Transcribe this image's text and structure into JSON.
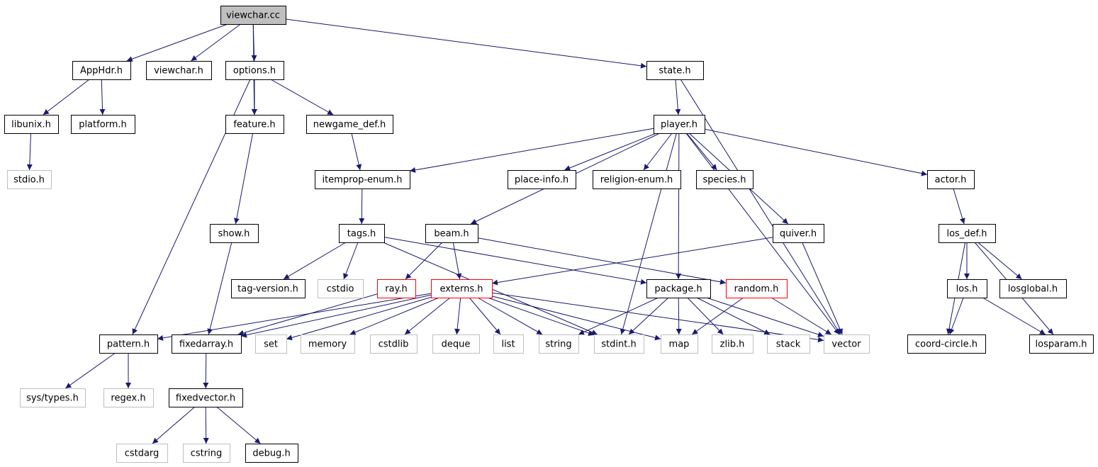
{
  "colors": {
    "edge": "#191970",
    "root_fill": "#bfbfbf",
    "documented_border": "#000000",
    "external_border": "#bfbfbf",
    "incomplete_border": "#ff0000",
    "background": "#ffffff"
  },
  "nodes": [
    {
      "id": "viewchar_cc",
      "label": "viewchar.cc",
      "kind": "root"
    },
    {
      "id": "apphdr_h",
      "label": "AppHdr.h",
      "kind": "doc"
    },
    {
      "id": "viewchar_h",
      "label": "viewchar.h",
      "kind": "doc"
    },
    {
      "id": "options_h",
      "label": "options.h",
      "kind": "doc"
    },
    {
      "id": "state_h",
      "label": "state.h",
      "kind": "doc"
    },
    {
      "id": "libunix_h",
      "label": "libunix.h",
      "kind": "doc"
    },
    {
      "id": "platform_h",
      "label": "platform.h",
      "kind": "doc"
    },
    {
      "id": "feature_h",
      "label": "feature.h",
      "kind": "doc"
    },
    {
      "id": "newgame_def_h",
      "label": "newgame_def.h",
      "kind": "doc"
    },
    {
      "id": "player_h",
      "label": "player.h",
      "kind": "doc"
    },
    {
      "id": "stdio_h",
      "label": "stdio.h",
      "kind": "ext"
    },
    {
      "id": "itemprop_enum_h",
      "label": "itemprop-enum.h",
      "kind": "doc"
    },
    {
      "id": "place_info_h",
      "label": "place-info.h",
      "kind": "doc"
    },
    {
      "id": "religion_enum_h",
      "label": "religion-enum.h",
      "kind": "doc"
    },
    {
      "id": "species_h",
      "label": "species.h",
      "kind": "doc"
    },
    {
      "id": "actor_h",
      "label": "actor.h",
      "kind": "doc"
    },
    {
      "id": "show_h",
      "label": "show.h",
      "kind": "doc"
    },
    {
      "id": "tags_h",
      "label": "tags.h",
      "kind": "doc"
    },
    {
      "id": "beam_h",
      "label": "beam.h",
      "kind": "doc"
    },
    {
      "id": "quiver_h",
      "label": "quiver.h",
      "kind": "doc"
    },
    {
      "id": "los_def_h",
      "label": "los_def.h",
      "kind": "doc"
    },
    {
      "id": "tag_version_h",
      "label": "tag-version.h",
      "kind": "doc"
    },
    {
      "id": "cstdio",
      "label": "cstdio",
      "kind": "ext"
    },
    {
      "id": "ray_h",
      "label": "ray.h",
      "kind": "incomplete"
    },
    {
      "id": "externs_h",
      "label": "externs.h",
      "kind": "incomplete"
    },
    {
      "id": "package_h",
      "label": "package.h",
      "kind": "doc"
    },
    {
      "id": "random_h",
      "label": "random.h",
      "kind": "incomplete"
    },
    {
      "id": "los_h",
      "label": "los.h",
      "kind": "doc"
    },
    {
      "id": "losglobal_h",
      "label": "losglobal.h",
      "kind": "doc"
    },
    {
      "id": "pattern_h",
      "label": "pattern.h",
      "kind": "doc"
    },
    {
      "id": "fixedarray_h",
      "label": "fixedarray.h",
      "kind": "doc"
    },
    {
      "id": "set",
      "label": "set",
      "kind": "ext"
    },
    {
      "id": "memory",
      "label": "memory",
      "kind": "ext"
    },
    {
      "id": "cstdlib",
      "label": "cstdlib",
      "kind": "ext"
    },
    {
      "id": "deque",
      "label": "deque",
      "kind": "ext"
    },
    {
      "id": "list",
      "label": "list",
      "kind": "ext"
    },
    {
      "id": "string",
      "label": "string",
      "kind": "ext"
    },
    {
      "id": "stdint_h",
      "label": "stdint.h",
      "kind": "ext"
    },
    {
      "id": "map",
      "label": "map",
      "kind": "ext"
    },
    {
      "id": "zlib_h",
      "label": "zlib.h",
      "kind": "ext"
    },
    {
      "id": "stack",
      "label": "stack",
      "kind": "ext"
    },
    {
      "id": "vector",
      "label": "vector",
      "kind": "ext"
    },
    {
      "id": "coord_circle_h",
      "label": "coord-circle.h",
      "kind": "doc"
    },
    {
      "id": "losparam_h",
      "label": "losparam.h",
      "kind": "doc"
    },
    {
      "id": "sys_types_h",
      "label": "sys/types.h",
      "kind": "ext"
    },
    {
      "id": "regex_h",
      "label": "regex.h",
      "kind": "ext"
    },
    {
      "id": "fixedvector_h",
      "label": "fixedvector.h",
      "kind": "doc"
    },
    {
      "id": "cstdarg",
      "label": "cstdarg",
      "kind": "ext"
    },
    {
      "id": "cstring",
      "label": "cstring",
      "kind": "ext"
    },
    {
      "id": "debug_h",
      "label": "debug.h",
      "kind": "doc"
    }
  ],
  "edges": [
    [
      "viewchar_cc",
      "apphdr_h"
    ],
    [
      "viewchar_cc",
      "viewchar_h"
    ],
    [
      "viewchar_cc",
      "options_h"
    ],
    [
      "viewchar_cc",
      "feature_h"
    ],
    [
      "viewchar_cc",
      "state_h"
    ],
    [
      "apphdr_h",
      "libunix_h"
    ],
    [
      "apphdr_h",
      "platform_h"
    ],
    [
      "libunix_h",
      "stdio_h"
    ],
    [
      "options_h",
      "feature_h"
    ],
    [
      "options_h",
      "newgame_def_h"
    ],
    [
      "options_h",
      "pattern_h"
    ],
    [
      "feature_h",
      "show_h"
    ],
    [
      "newgame_def_h",
      "itemprop_enum_h"
    ],
    [
      "state_h",
      "player_h"
    ],
    [
      "state_h",
      "vector"
    ],
    [
      "player_h",
      "itemprop_enum_h"
    ],
    [
      "player_h",
      "place_info_h"
    ],
    [
      "player_h",
      "religion_enum_h"
    ],
    [
      "player_h",
      "species_h"
    ],
    [
      "player_h",
      "actor_h"
    ],
    [
      "player_h",
      "beam_h"
    ],
    [
      "player_h",
      "quiver_h"
    ],
    [
      "player_h",
      "package_h"
    ],
    [
      "player_h",
      "stdint_h"
    ],
    [
      "player_h",
      "vector"
    ],
    [
      "itemprop_enum_h",
      "tags_h"
    ],
    [
      "tags_h",
      "tag_version_h"
    ],
    [
      "tags_h",
      "cstdio"
    ],
    [
      "tags_h",
      "package_h"
    ],
    [
      "tags_h",
      "stdint_h"
    ],
    [
      "beam_h",
      "ray_h"
    ],
    [
      "beam_h",
      "externs_h"
    ],
    [
      "beam_h",
      "random_h"
    ],
    [
      "quiver_h",
      "externs_h"
    ],
    [
      "quiver_h",
      "vector"
    ],
    [
      "show_h",
      "fixedarray_h"
    ],
    [
      "ray_h",
      "fixedarray_h"
    ],
    [
      "externs_h",
      "pattern_h"
    ],
    [
      "externs_h",
      "fixedarray_h"
    ],
    [
      "externs_h",
      "set"
    ],
    [
      "externs_h",
      "memory"
    ],
    [
      "externs_h",
      "cstdlib"
    ],
    [
      "externs_h",
      "deque"
    ],
    [
      "externs_h",
      "list"
    ],
    [
      "externs_h",
      "string"
    ],
    [
      "externs_h",
      "stdint_h"
    ],
    [
      "externs_h",
      "map"
    ],
    [
      "externs_h",
      "vector"
    ],
    [
      "package_h",
      "string"
    ],
    [
      "package_h",
      "stdint_h"
    ],
    [
      "package_h",
      "map"
    ],
    [
      "package_h",
      "zlib_h"
    ],
    [
      "package_h",
      "stack"
    ],
    [
      "package_h",
      "vector"
    ],
    [
      "random_h",
      "map"
    ],
    [
      "random_h",
      "vector"
    ],
    [
      "actor_h",
      "los_def_h"
    ],
    [
      "los_def_h",
      "los_h"
    ],
    [
      "los_def_h",
      "losglobal_h"
    ],
    [
      "los_def_h",
      "coord_circle_h"
    ],
    [
      "los_def_h",
      "losparam_h"
    ],
    [
      "los_h",
      "coord_circle_h"
    ],
    [
      "los_h",
      "losparam_h"
    ],
    [
      "pattern_h",
      "sys_types_h"
    ],
    [
      "pattern_h",
      "regex_h"
    ],
    [
      "fixedarray_h",
      "fixedvector_h"
    ],
    [
      "fixedvector_h",
      "cstdarg"
    ],
    [
      "fixedvector_h",
      "cstring"
    ],
    [
      "fixedvector_h",
      "debug_h"
    ]
  ]
}
